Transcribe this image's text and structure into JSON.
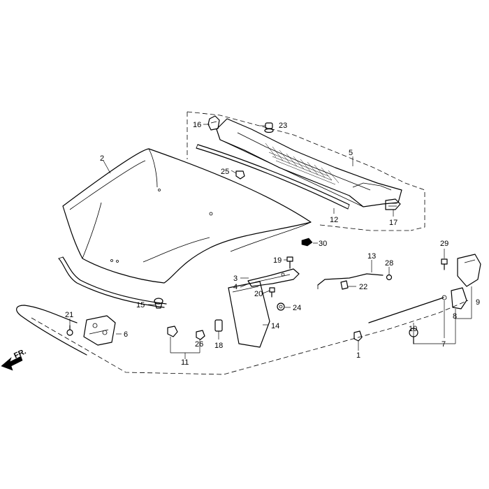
{
  "diagram": {
    "front_indicator": "FR.",
    "callouts": {
      "c1": "1",
      "c2": "2",
      "c3": "3",
      "c4": "4",
      "c5": "5",
      "c6": "6",
      "c7": "7",
      "c8": "8",
      "c9": "9",
      "c10": "10",
      "c11": "11",
      "c12": "12",
      "c13": "13",
      "c14": "14",
      "c15": "15",
      "c16": "16",
      "c17": "17",
      "c18": "18",
      "c19": "19",
      "c20": "20",
      "c21": "21",
      "c22": "22",
      "c23": "23",
      "c24": "24",
      "c25": "25",
      "c26": "26",
      "c28": "28",
      "c29": "29",
      "c30": "30"
    }
  }
}
